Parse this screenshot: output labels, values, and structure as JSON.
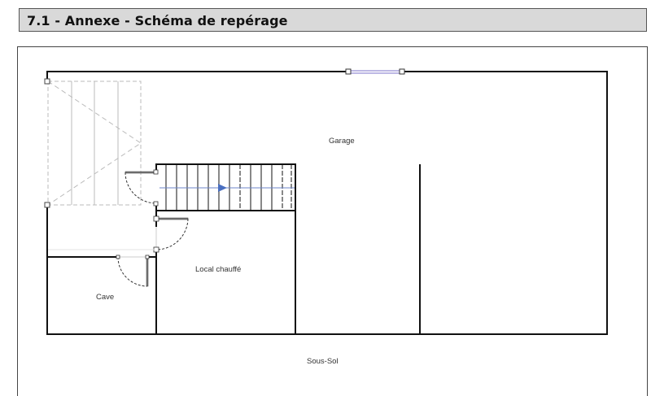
{
  "header": {
    "title": "7.1 - Annexe - Schéma de repérage"
  },
  "plan": {
    "level_label": "Sous-Sol",
    "rooms": [
      {
        "name": "Garage"
      },
      {
        "name": "Local chauffé"
      },
      {
        "name": "Cave"
      }
    ],
    "colors": {
      "wall": "#111111",
      "dashed": "#bdbdbd",
      "window": "#7b72c9",
      "arrow": "#4a6fc0",
      "header_bg": "#d9d9d9"
    }
  }
}
